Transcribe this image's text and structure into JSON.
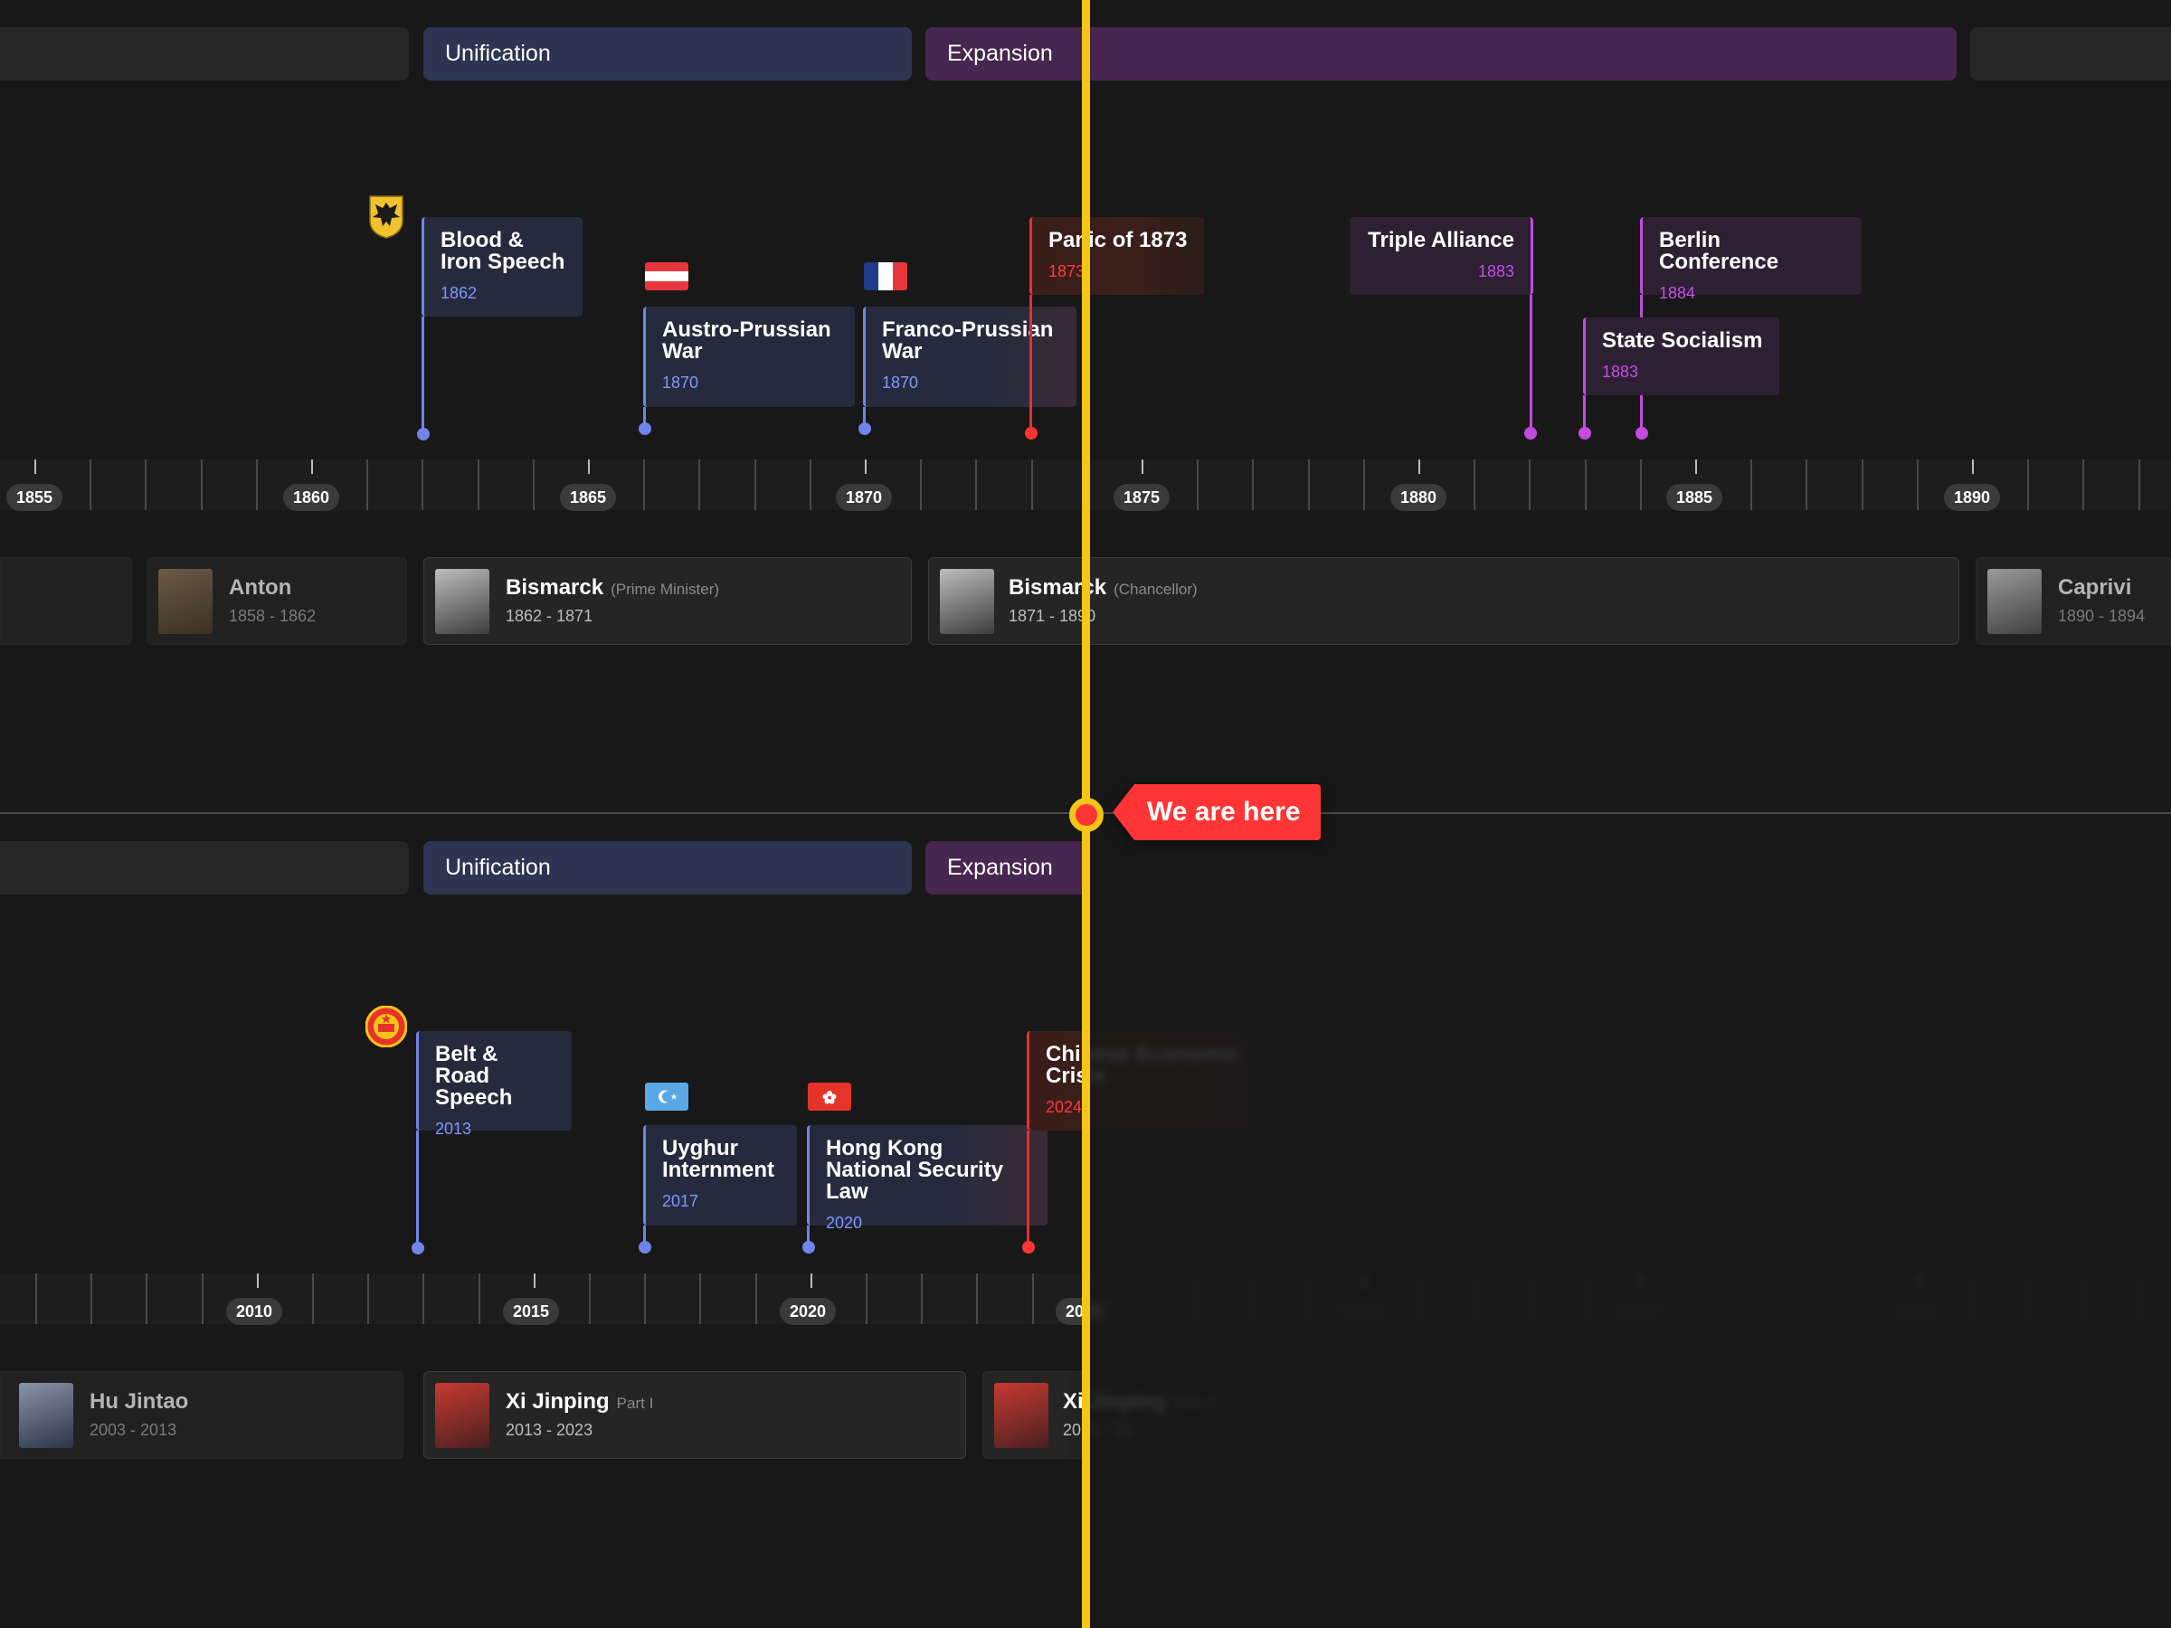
{
  "colors": {
    "accent": "#f5c518",
    "marker": "#ff3434",
    "blue": "#6f85e8",
    "purple": "#c44ae0",
    "red": "#e53030"
  },
  "top": {
    "eras": {
      "unification": "Unification",
      "expansion": "Expansion"
    },
    "events": {
      "blood_iron": {
        "title": "Blood & Iron Speech",
        "year": "1862"
      },
      "austro": {
        "title": "Austro-Prussian War",
        "year": "1870"
      },
      "franco": {
        "title": "Franco-Prussian War",
        "year": "1870"
      },
      "panic": {
        "title": "Panic of 1873",
        "year": "1873"
      },
      "triple": {
        "title": "Triple Alliance",
        "year": "1883"
      },
      "berlin": {
        "title": "Berlin Conference",
        "year": "1884"
      },
      "socialism": {
        "title": "State Socialism",
        "year": "1883"
      }
    },
    "years": [
      "1855",
      "1860",
      "1865",
      "1870",
      "1875",
      "1880",
      "1885",
      "1890"
    ],
    "leaders": {
      "anton": {
        "name": "Anton",
        "dates": "1858 - 1862"
      },
      "bismarck_pm": {
        "name": "Bismarck",
        "role": "(Prime Minister)",
        "dates": "1862 - 1871"
      },
      "bismarck_ch": {
        "name": "Bismarck",
        "role": "(Chancellor)",
        "dates": "1871 - 1890"
      },
      "caprivi": {
        "name": "Caprivi",
        "dates": "1890 - 1894"
      }
    }
  },
  "marker": {
    "label": "We are here"
  },
  "bottom": {
    "eras": {
      "unification": "Unification",
      "expansion": "Expansion"
    },
    "events": {
      "belt_road": {
        "title": "Belt & Road Speech",
        "year": "2013"
      },
      "uyghur": {
        "title": "Uyghur Internment",
        "year": "2017"
      },
      "hongkong": {
        "title": "Hong Kong National Security Law",
        "year": "2020"
      },
      "crisis": {
        "title": "Chinese Economic Crisis",
        "year": "2024"
      }
    },
    "years": [
      "2010",
      "2015",
      "2020",
      "2025",
      "2030",
      "2035",
      "2040"
    ],
    "leaders": {
      "hu": {
        "name": "Hu Jintao",
        "dates": "2003 - 2013"
      },
      "xi1": {
        "name": "Xi Jinping",
        "role": "Part I",
        "dates": "2013 - 2023"
      },
      "xi2": {
        "name": "Xi Jinping",
        "role": "Part II",
        "dates": "2023 - 20"
      }
    }
  }
}
